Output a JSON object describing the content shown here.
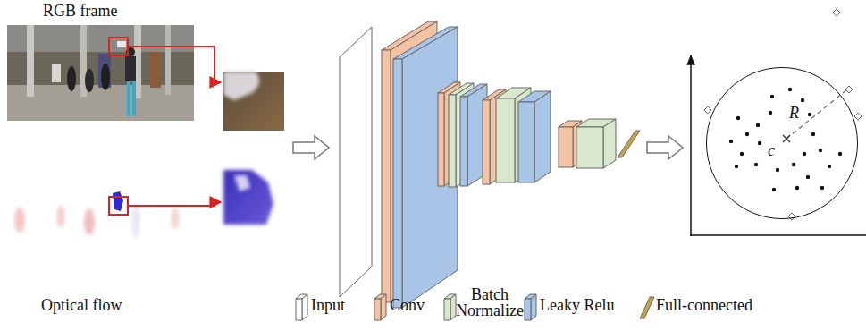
{
  "diagram": {
    "nodes": [
      {
        "text": [
          "R",
          "c"
        ]
      }
    ],
    "labels": [
      "RGB frame",
      "Optical flow"
    ],
    "legend": [
      {
        "text": "Input",
        "color": "#ffffff"
      },
      {
        "text": "Conv",
        "color": "#f4c3a4"
      },
      {
        "text": "Batch Normalize",
        "color": "#d9e8cc"
      },
      {
        "text": "Leaky Relu",
        "color": "#a8c4e6"
      },
      {
        "text": "Full-connected",
        "color": "#c9a24a"
      }
    ]
  }
}
